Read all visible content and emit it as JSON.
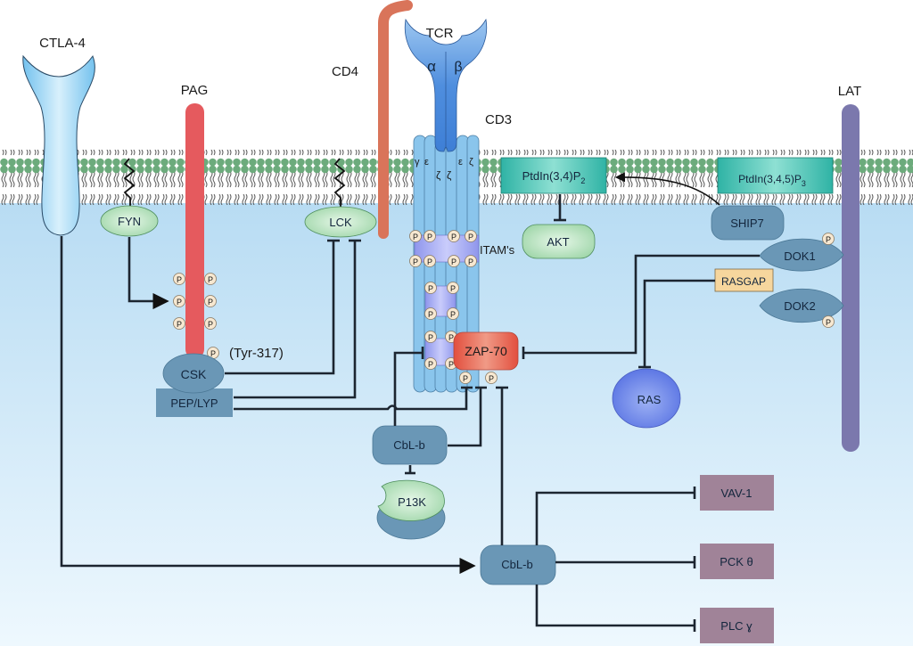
{
  "diagram": {
    "title": "T-cell receptor signaling negative regulation",
    "colors": {
      "membrane_head": "#6cab7c",
      "cytoplasm_top": "#b8dcf3",
      "cytoplasm_bottom": "#eef8fe",
      "tcr_blue": "#4f8ede",
      "ctla4_blue": "#8fd0f3",
      "pag_red": "#e55a5e",
      "cd4_orange": "#d9745a",
      "lat_purple": "#7b78ad",
      "green_kinase": "#bfe6c4",
      "steel_blue": "#6a97b6",
      "pip_teal": "#33b6a8",
      "rasgap_yellow": "#f6d69d",
      "target_mauve": "#a08398",
      "zap70_red": "#dc6651",
      "ras_blue": "#6f88ea",
      "phospho_cream": "#f7e8d1"
    },
    "labels": {
      "ctla4": "CTLA-4",
      "pag": "PAG",
      "cd4": "CD4",
      "tcr": "TCR",
      "alpha": "α",
      "beta": "β",
      "cd3": "CD3",
      "lat": "LAT",
      "gamma": "γ",
      "epsilon": "ε",
      "zeta": "ζ",
      "fyn": "FYN",
      "lck": "LCK",
      "csk": "CSK",
      "tyr317": "(Tyr-317)",
      "pep_lyp": "PEP/LYP",
      "itams": "ITAM's",
      "zap70": "ZAP-70",
      "akt": "AKT",
      "ptdins34_base": "PtdIn(3,4)P",
      "ptdins34_sub": "2",
      "ptdins345_base": "PtdIn(3,4,5)P",
      "ptdins345_sub": "3",
      "ship": "SHIP7",
      "dok1": "DOK1",
      "dok2": "DOK2",
      "rasgap": "RASGAP",
      "ras": "RAS",
      "cblb_upper": "CbL-b",
      "p13k": "P13K",
      "cblb_lower": "CbL-b",
      "vav1": "VAV-1",
      "pck": "PCK θ",
      "plc": "PLC ɣ",
      "phospho": "P"
    }
  }
}
